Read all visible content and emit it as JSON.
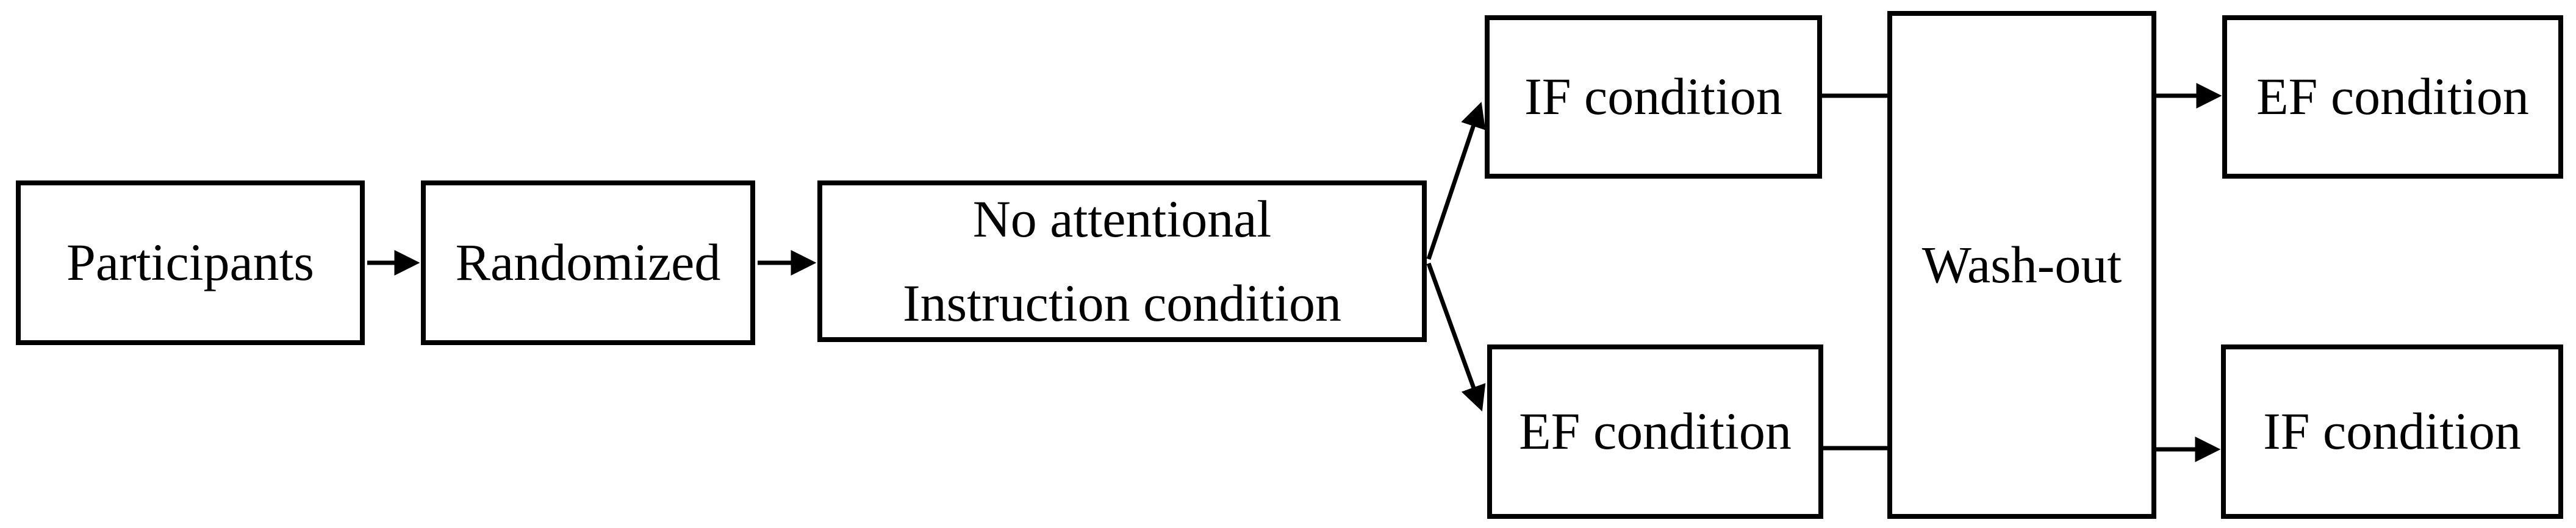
{
  "figure": {
    "kind": "flowchart",
    "background_color": "#ffffff",
    "line_color": "#000000",
    "nodes": {
      "participants": {
        "label": "Participants"
      },
      "randomized": {
        "label": "Randomized"
      },
      "no_attentional": {
        "label": "No attentional\nInstruction condition"
      },
      "if_first": {
        "label": "IF condition"
      },
      "ef_first": {
        "label": "EF condition"
      },
      "washout": {
        "label": "Wash-out"
      },
      "ef_second": {
        "label": "EF condition"
      },
      "if_second": {
        "label": "IF condition"
      }
    },
    "edges": [
      {
        "from": "participants",
        "to": "randomized",
        "arrowhead": true
      },
      {
        "from": "randomized",
        "to": "no_attentional",
        "arrowhead": true
      },
      {
        "from": "no_attentional",
        "to": "if_first",
        "arrowhead": true
      },
      {
        "from": "no_attentional",
        "to": "ef_first",
        "arrowhead": true
      },
      {
        "from": "if_first",
        "to": "washout",
        "arrowhead": false
      },
      {
        "from": "ef_first",
        "to": "washout",
        "arrowhead": false
      },
      {
        "from": "washout",
        "to": "ef_second",
        "arrowhead": true
      },
      {
        "from": "washout",
        "to": "if_second",
        "arrowhead": true
      }
    ]
  }
}
